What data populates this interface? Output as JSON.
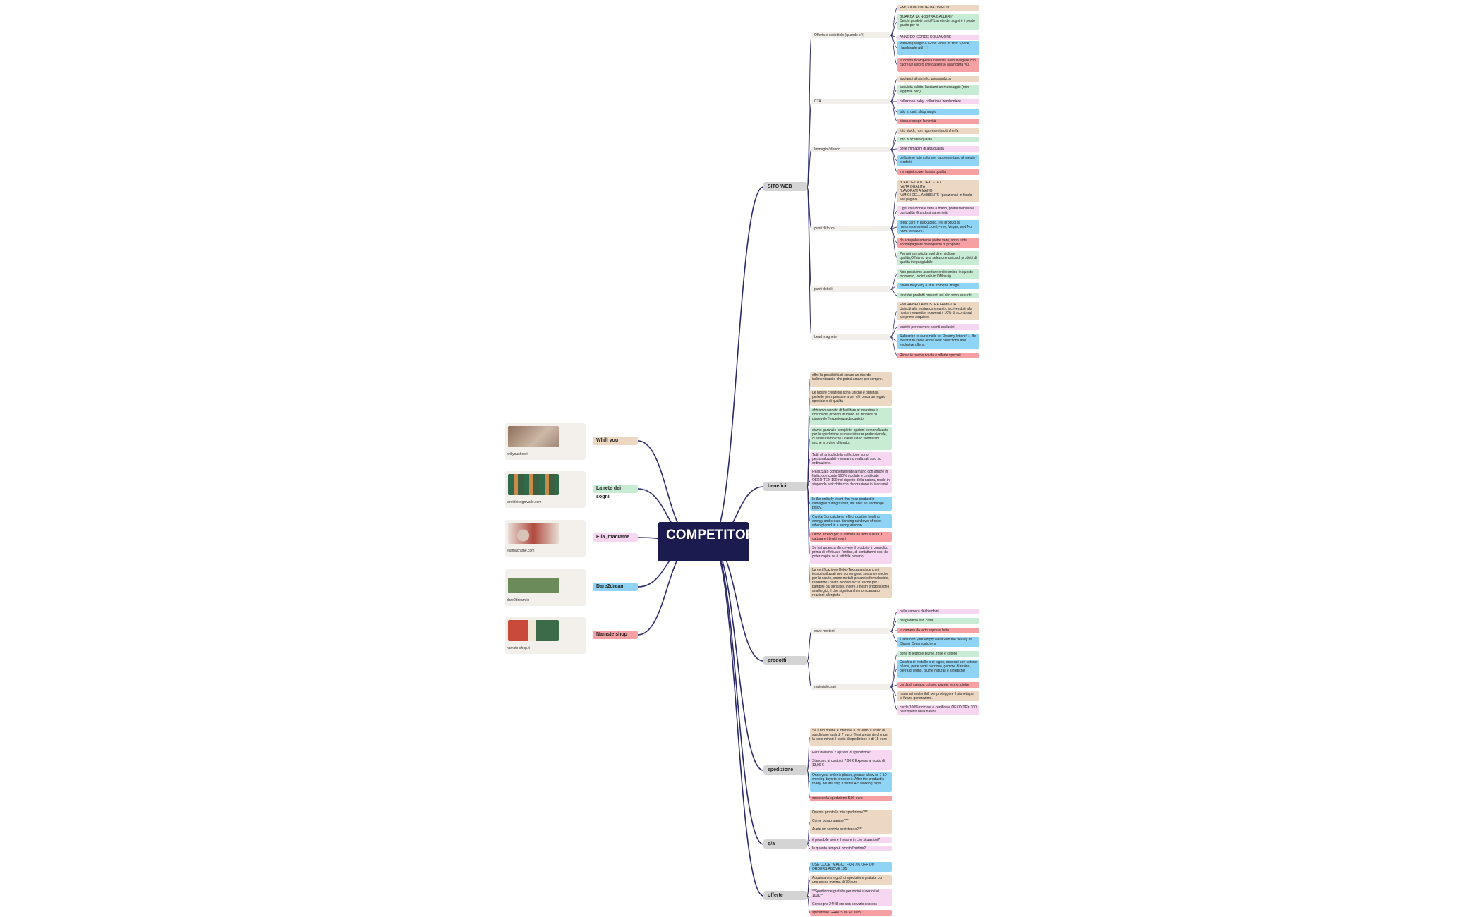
{
  "colors": {
    "root": "#1b1b4f",
    "line": "#2c2a6b",
    "beige": "#ecd8c2",
    "green": "#c8ecd3",
    "pink": "#f6d6f0",
    "blue": "#8fd4f4",
    "red": "#f7a0a4",
    "branch": "#d4d4d4",
    "subbg": "#f2eee9"
  },
  "root": {
    "label": "COMPETITORS"
  },
  "branches": [
    {
      "label": "SITO WEB",
      "subs": [
        {
          "label": "Offerta e sottotitolo (quando c'è)",
          "leaves": [
            {
              "text": "EMOZIONI UNITE DA UN FILO",
              "color": "beige"
            },
            {
              "text": "GUARDA LA NOSTRA GALLERY\nCerchi prodotti unici? La rete dei sogni è il posto giusto per te",
              "color": "green"
            },
            {
              "text": "ANNODO CORDE CON AMORE",
              "color": "pink"
            },
            {
              "text": "Weaving Magic & Good Vibes in Your Space, Handmade with ♡",
              "color": "blue"
            },
            {
              "text": "la nostra ricompensa consiste nello svolgere con cuore un lavoro che dà senso alla nostra vita",
              "color": "red"
            }
          ]
        },
        {
          "label": "CTA",
          "leaves": [
            {
              "text": "aggiungi al carrello, personalizza",
              "color": "beige"
            },
            {
              "text": "acquista subito, lasciami un messaggio (non leggibile ben)",
              "color": "green"
            },
            {
              "text": "collezione baby, collezione bomboniere",
              "color": "pink"
            },
            {
              "text": "add to cart, shop magic",
              "color": "blue"
            },
            {
              "text": "clicca e scopri la novità",
              "color": "red"
            }
          ]
        },
        {
          "label": "Immagini/sfondo",
          "leaves": [
            {
              "text": "foto stock, non rappresenta ciò che fa",
              "color": "beige"
            },
            {
              "text": "foto di scarsa qualità",
              "color": "green"
            },
            {
              "text": "belle immagini di alta qualità",
              "color": "pink"
            },
            {
              "text": "bellissime foto colorate, rappresentano al meglio i prodotti",
              "color": "blue"
            },
            {
              "text": "immagini scure, bassa qualità",
              "color": "red"
            }
          ]
        },
        {
          "label": "punti di forza",
          "leaves": [
            {
              "text": "*CERTIFICATI OEKO-TEX\n*ALTA QUALITÀ\n*LAVORATI A MANO\n*AMICI DELL'AMBIENTE *posizionati in fondo alla pagina",
              "color": "beige"
            },
            {
              "text": "Ogni creazione è fatta a mano, professionalità e puntualità Grandissima serietà.",
              "color": "pink"
            },
            {
              "text": "great care in packaging.The product is handmade,animal cruelty-free, Vegan, and No harm to nature.",
              "color": "blue"
            },
            {
              "text": "do scrupolosamente pietre vere, sono tutte accompagnate dal foglietto di proprietà",
              "color": "red"
            },
            {
              "text": "Per noi semplicità vuol dire migliore qualità,Offriamo una selezione unica di prodotti di qualità ineguagliabile",
              "color": "green"
            }
          ]
        },
        {
          "label": "punti deboli",
          "leaves": [
            {
              "text": "Non possiamo accettare ordini online in questo momento, ordini solo in DM su ig",
              "color": "green"
            },
            {
              "text": "colors may vary a little from the image",
              "color": "blue"
            },
            {
              "text": "tanti dei prodotti presenti sul sito sono esauriti",
              "color": "green"
            }
          ]
        },
        {
          "label": "Lead magnete",
          "leaves": [
            {
              "text": "ENTRA NELLA NOSTRA FAMIGLIA\nUnisciti alla nostra community, iscrivendoti alla nostra newsletter riceverai il 10% di sconto sul tuo primo acquisto",
              "color": "beige"
            },
            {
              "text": "iscriviti per ricevere sconti esclusivi",
              "color": "pink"
            },
            {
              "text": "Subscribe to our emails for Dreamy letters! ☼ Be the first to know about new collections and exclusive offers.",
              "color": "blue"
            },
            {
              "text": "Ricevi le nostre novità e offerte speciali",
              "color": "red"
            }
          ]
        }
      ]
    },
    {
      "label": "benefici",
      "leaves": [
        {
          "text": "offre la possibilità di creare un ricordo indimenticabile che potrai amare per sempre.",
          "color": "beige"
        },
        {
          "text": "Le nostre creazioni sono uniche e originali, perfette per ripensare a per chi cerca un regalo speciale e di qualità",
          "color": "beige"
        },
        {
          "text": "abbiamo cercato di facilitare al massimo la ricerca dei prodotti in modo da rendere più piacevole l'esperienza d'acquisto.",
          "color": "green"
        },
        {
          "text": "diamo garanzie complete, opzioni personalizzate per la spedizione e un'assistenza professionale, ci assicuriamo che i clienti siano soddisfatti anche a ordine ultimato.",
          "color": "green"
        },
        {
          "text": "Tutti gli articoli della collezione sono personalizzabili e verranno realizzati solo su ordinazione.",
          "color": "pink"
        },
        {
          "text": "Realizzato completamente a mano con amore in Italia, con corde 100% riciclate e certificate OEKO-TEX 100 nel rispetto della natura, rende in stupendo arricchito con decorazione in Macramè.",
          "color": "pink"
        },
        {
          "text": "In the unlikely event that your product is damaged during transit, we offer an exchange policy.",
          "color": "blue"
        },
        {
          "text": "Crystal Suncatchers reflect positive healing energy and create dancing rainbows of color when placed in a sunny window.",
          "color": "blue"
        },
        {
          "text": "ultimo arredo per la camera da letto e aiuta a catturare i brutti sogni",
          "color": "red"
        },
        {
          "text": "Se hai urgenza di ricevere il prodotto ti consiglio, prima di effettuare l'ordine, di contattarmi così da poter capire se è fattibile o meno.",
          "color": "pink"
        },
        {
          "text": "La certificazione Oeko-Tex garantisce che i tessuti utilizzati non contengono sostanze nocive per la salute, come metalli pesanti o formaldeide, rendendo i nostri prodotti sicuri anche per i bambini più sensibili. Inoltre, i nostri prodotti sono anallergici, il che significa che non causano reazioni allergiche",
          "color": "beige"
        }
      ]
    },
    {
      "label": "prodotti",
      "subs": [
        {
          "label": "dove metterli",
          "leaves": [
            {
              "text": "nella camera dei bambini",
              "color": "pink"
            },
            {
              "text": "nel giardino e in casa",
              "color": "green"
            },
            {
              "text": "la camera da letto sopra al letto",
              "color": "red"
            },
            {
              "text": "Transform your empty walls with the beauty of Cluster Dreamcatchers",
              "color": "blue"
            }
          ]
        },
        {
          "label": "materiali usati",
          "leaves": [
            {
              "text": "perle in legno e piume, rose e cotone",
              "color": "green"
            },
            {
              "text": "Cerchio di metallo o di legno, decorati con cotone o lana, perle semi preziose, gemme di resina, pietra di legno, piume naturali e sintetiche",
              "color": "blue"
            },
            {
              "text": "corda di canapa cotone, piume, legno, pietre",
              "color": "red"
            },
            {
              "text": "materiali sostenibili per proteggere il pianeta per le future generazioni.",
              "color": "beige"
            },
            {
              "text": "corde 100% riciclate e certificate OEKO-TEX 100 nel rispetto della natura.",
              "color": "pink"
            }
          ]
        }
      ]
    },
    {
      "label": "spedizione",
      "leaves": [
        {
          "text": "Se il tuo ordine è inferiore a 70 euro, il costo di spedizione sarà di 7 euro. Tieni presente che per la isole minori il costo di spedizione è di 15 euro",
          "color": "beige"
        },
        {
          "text": "Per l'Italia hai 2 opzioni di spedizione:\n\nStandard al costo di 7,90 € Express al costo di 13,90 €",
          "color": "pink"
        },
        {
          "text": "Once your order is placed, please allow us 7-10 working days to process it. After the product is ready, we will ship it within 4-5 working days.",
          "color": "blue"
        },
        {
          "text": "costo della spedizione 5,90 euro",
          "color": "red"
        }
      ]
    },
    {
      "label": "q/a",
      "leaves": [
        {
          "text": "Quanto pronto la mia spedizione?**\n\nCome posso pagare?**\n\nAvete un servizio assistenza?**",
          "color": "beige"
        },
        {
          "text": "è possibile avere il reso e in che situazioni?",
          "color": "pink"
        },
        {
          "text": "In quanto tempo è pronto l'ordine?",
          "color": "pink"
        }
      ]
    },
    {
      "label": "offerte",
      "leaves": [
        {
          "text": "USE CODE \"MAGIC\" FOR 7% OFF ON ORDERS ABOVE 125",
          "color": "blue"
        },
        {
          "text": "Acquista ora e godi di spedizione gratuita con una spesa minima di 70 euro",
          "color": "beige"
        },
        {
          "text": "**Spedizione gratuita per ordini superiori ai 100€**\n\nConsegna 24/48 ore con servizio express",
          "color": "pink"
        },
        {
          "text": "spedizione GRATIS da 49 euro",
          "color": "red"
        }
      ]
    }
  ],
  "competitors": [
    {
      "name": "Whill you",
      "url": "iwillyoushop.it",
      "color": "beige"
    },
    {
      "name": "La rete dei sogni",
      "url": "laretdeisognivalle.com",
      "color": "green"
    },
    {
      "name": "Elia_macrame",
      "url": "eliamacrame.com",
      "color": "pink"
    },
    {
      "name": "Dare2dream",
      "url": "dare2dream.in",
      "color": "blue"
    },
    {
      "name": "Namste shop",
      "url": "namste-shop.it",
      "color": "red"
    }
  ]
}
